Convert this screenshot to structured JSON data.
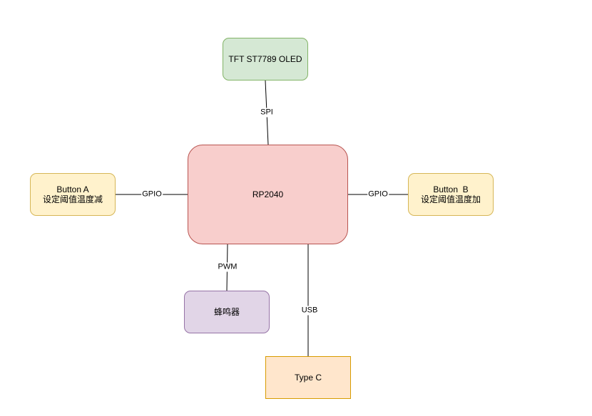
{
  "diagram": {
    "nodes": {
      "oled": {
        "lines": [
          "TFT ST7789 OLED"
        ],
        "fill": "#d5e8d4",
        "stroke": "#82b366"
      },
      "mcu": {
        "lines": [
          "RP2040"
        ],
        "fill": "#f8cecc",
        "stroke": "#b85450"
      },
      "button_a": {
        "lines": [
          "Button A",
          "设定阈值温度减"
        ],
        "fill": "#fff2cc",
        "stroke": "#d6b656"
      },
      "button_b": {
        "lines": [
          "Button  B",
          "设定阈值温度加"
        ],
        "fill": "#fff2cc",
        "stroke": "#d6b656"
      },
      "buzzer": {
        "lines": [
          "蜂鸣器"
        ],
        "fill": "#e1d5e7",
        "stroke": "#9673a6"
      },
      "type_c": {
        "lines": [
          "Type C"
        ],
        "fill": "#ffe6cc",
        "stroke": "#d79b00"
      }
    },
    "edges": [
      {
        "from": "oled",
        "to": "mcu",
        "label": "SPI"
      },
      {
        "from": "button_a",
        "to": "mcu",
        "label": "GPIO"
      },
      {
        "from": "mcu",
        "to": "button_b",
        "label": "GPIO"
      },
      {
        "from": "mcu",
        "to": "buzzer",
        "label": "PWM"
      },
      {
        "from": "mcu",
        "to": "type_c",
        "label": "USB"
      }
    ]
  }
}
